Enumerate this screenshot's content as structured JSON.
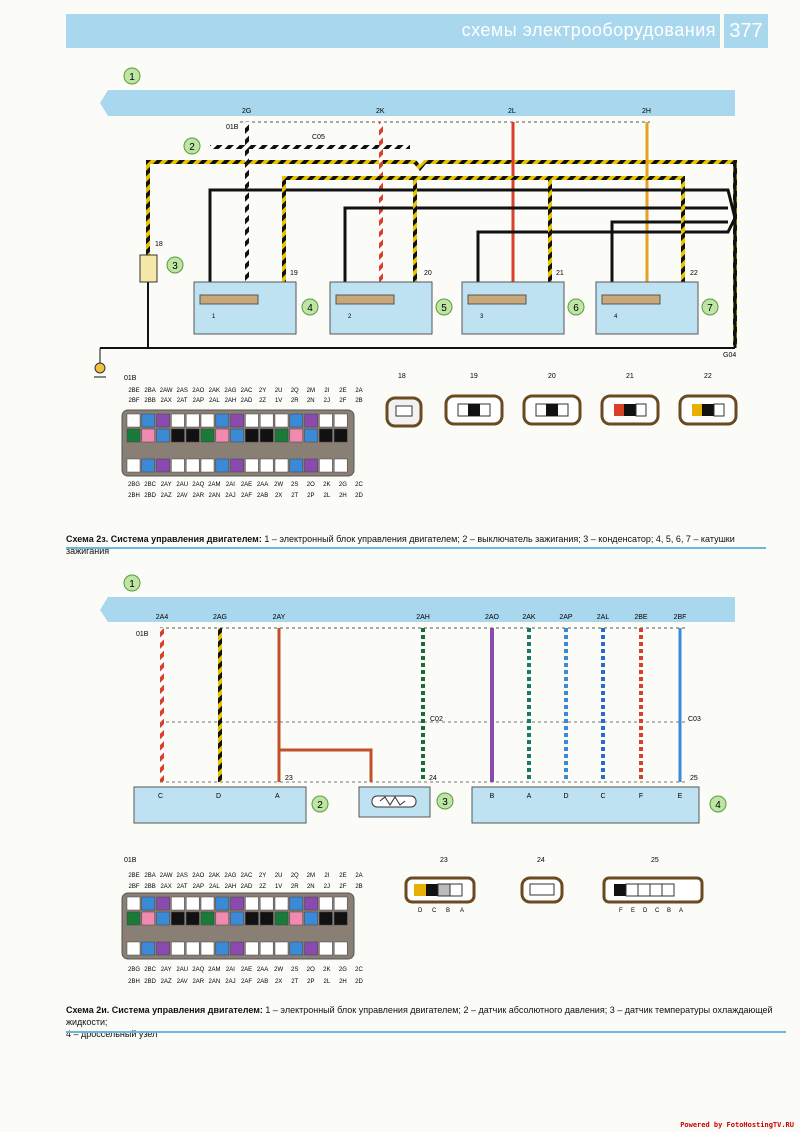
{
  "header": {
    "title": "схемы электрооборудования",
    "page_number": "377"
  },
  "schema_a": {
    "ref1": "1",
    "ref2": "2",
    "ref3": "3",
    "coil_refs": [
      "4",
      "5",
      "6",
      "7"
    ],
    "ecu_pins": [
      "2G",
      "2K",
      "2L",
      "2H"
    ],
    "ground_connector": "01B",
    "splice": "C05",
    "ground_point": "G04",
    "capacitor_pin": "18",
    "coil_pins": [
      "19",
      "20",
      "21",
      "22"
    ],
    "coil_numbers": [
      "1",
      "2",
      "3",
      "4"
    ],
    "connector_label": "01B",
    "connector_top_row1": [
      "2BE",
      "2BA",
      "2AW",
      "2AS",
      "2AO",
      "2AK",
      "2AG",
      "2AC",
      "2Y",
      "2U",
      "2Q",
      "2M",
      "2I",
      "2E",
      "2A"
    ],
    "connector_top_row2": [
      "2BF",
      "2BB",
      "2AX",
      "2AT",
      "2AP",
      "2AL",
      "2AH",
      "2AD",
      "2Z",
      "1V",
      "2R",
      "2N",
      "2J",
      "2F",
      "2B"
    ],
    "connector_bot_row1": [
      "2BG",
      "2BC",
      "2AY",
      "2AU",
      "2AQ",
      "2AM",
      "2AI",
      "2AE",
      "2AA",
      "2W",
      "2S",
      "2O",
      "2K",
      "2G",
      "2C"
    ],
    "connector_bot_row2": [
      "2BH",
      "2BD",
      "2AZ",
      "2AV",
      "2AR",
      "2AN",
      "2AJ",
      "2AF",
      "2AB",
      "2X",
      "2T",
      "2P",
      "2L",
      "2H",
      "2D"
    ],
    "plug_labels": [
      "18",
      "19",
      "20",
      "21",
      "22"
    ],
    "caption_bold": "Схема 2з. Система управления двигателем:",
    "caption_text": " 1 – электронный блок управления двигателем; 2 – выключатель зажигания; 3 – конденсатор; 4, 5, 6, 7 – катушки зажигания"
  },
  "schema_b": {
    "ref1": "1",
    "ref2": "2",
    "ref3": "3",
    "ref4": "4",
    "ecu_pins": [
      "2A4",
      "2AG",
      "2AY",
      "2AH",
      "2AO",
      "2AK",
      "2AP",
      "2AL",
      "2BE",
      "2BF"
    ],
    "ground_connector": "01B",
    "splice1": "C02",
    "splice2": "C03",
    "sensor_pins": [
      "23",
      "24",
      "25"
    ],
    "map_sensor_pins": [
      "C",
      "D",
      "A"
    ],
    "throttle_pins": [
      "B",
      "A",
      "D",
      "C",
      "F",
      "E"
    ],
    "connector_label": "01B",
    "plug_labels": [
      "23",
      "24",
      "25"
    ],
    "plug23_pins": [
      "D",
      "C",
      "B",
      "A"
    ],
    "plug25_pins": [
      "F",
      "E",
      "D",
      "C",
      "B",
      "A"
    ],
    "caption_bold": "Схема 2и. Система управления двигателем:",
    "caption_text": " 1 – электронный блок управления двигателем; 2 – датчик абсолютного давления; 3 – датчик температуры охлаждающей жидкости;",
    "caption_text2": "4 – дроссельный узел"
  },
  "footer": {
    "powered": "Powered by FotoHostingTV.RU"
  }
}
